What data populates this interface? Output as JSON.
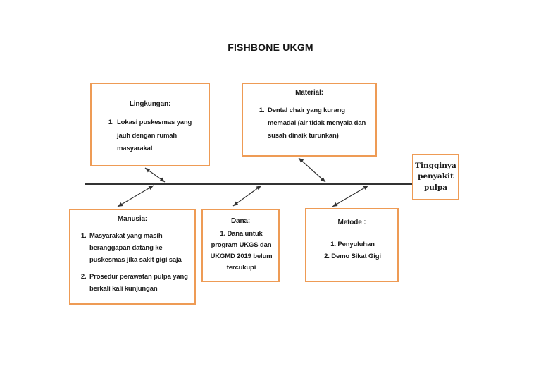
{
  "title": "FISHBONE UKGM",
  "colors": {
    "box_border": "#EE9B55",
    "line": "#333333"
  },
  "effect": {
    "label": "Tingginya penyakit pulpa"
  },
  "causes": {
    "lingkungan": {
      "heading": "Lingkungan:",
      "items": [
        "Lokasi puskesmas yang jauh dengan rumah masyarakat"
      ]
    },
    "material": {
      "heading": "Material:",
      "items": [
        "Dental chair yang kurang memadai (air tidak menyala dan susah dinaik turunkan)"
      ]
    },
    "manusia": {
      "heading": "Manusia:",
      "items": [
        "Masyarakat yang masih beranggapan datang ke puskesmas jika sakit gigi saja",
        "Prosedur perawatan pulpa yang berkali kali kunjungan"
      ]
    },
    "dana": {
      "heading": "Dana:",
      "items": [
        "Dana untuk program UKGS dan UKGMD 2019 belum tercukupi"
      ]
    },
    "metode": {
      "heading": "Metode :",
      "items": [
        "Penyuluhan",
        "Demo Sikat Gigi"
      ]
    }
  }
}
